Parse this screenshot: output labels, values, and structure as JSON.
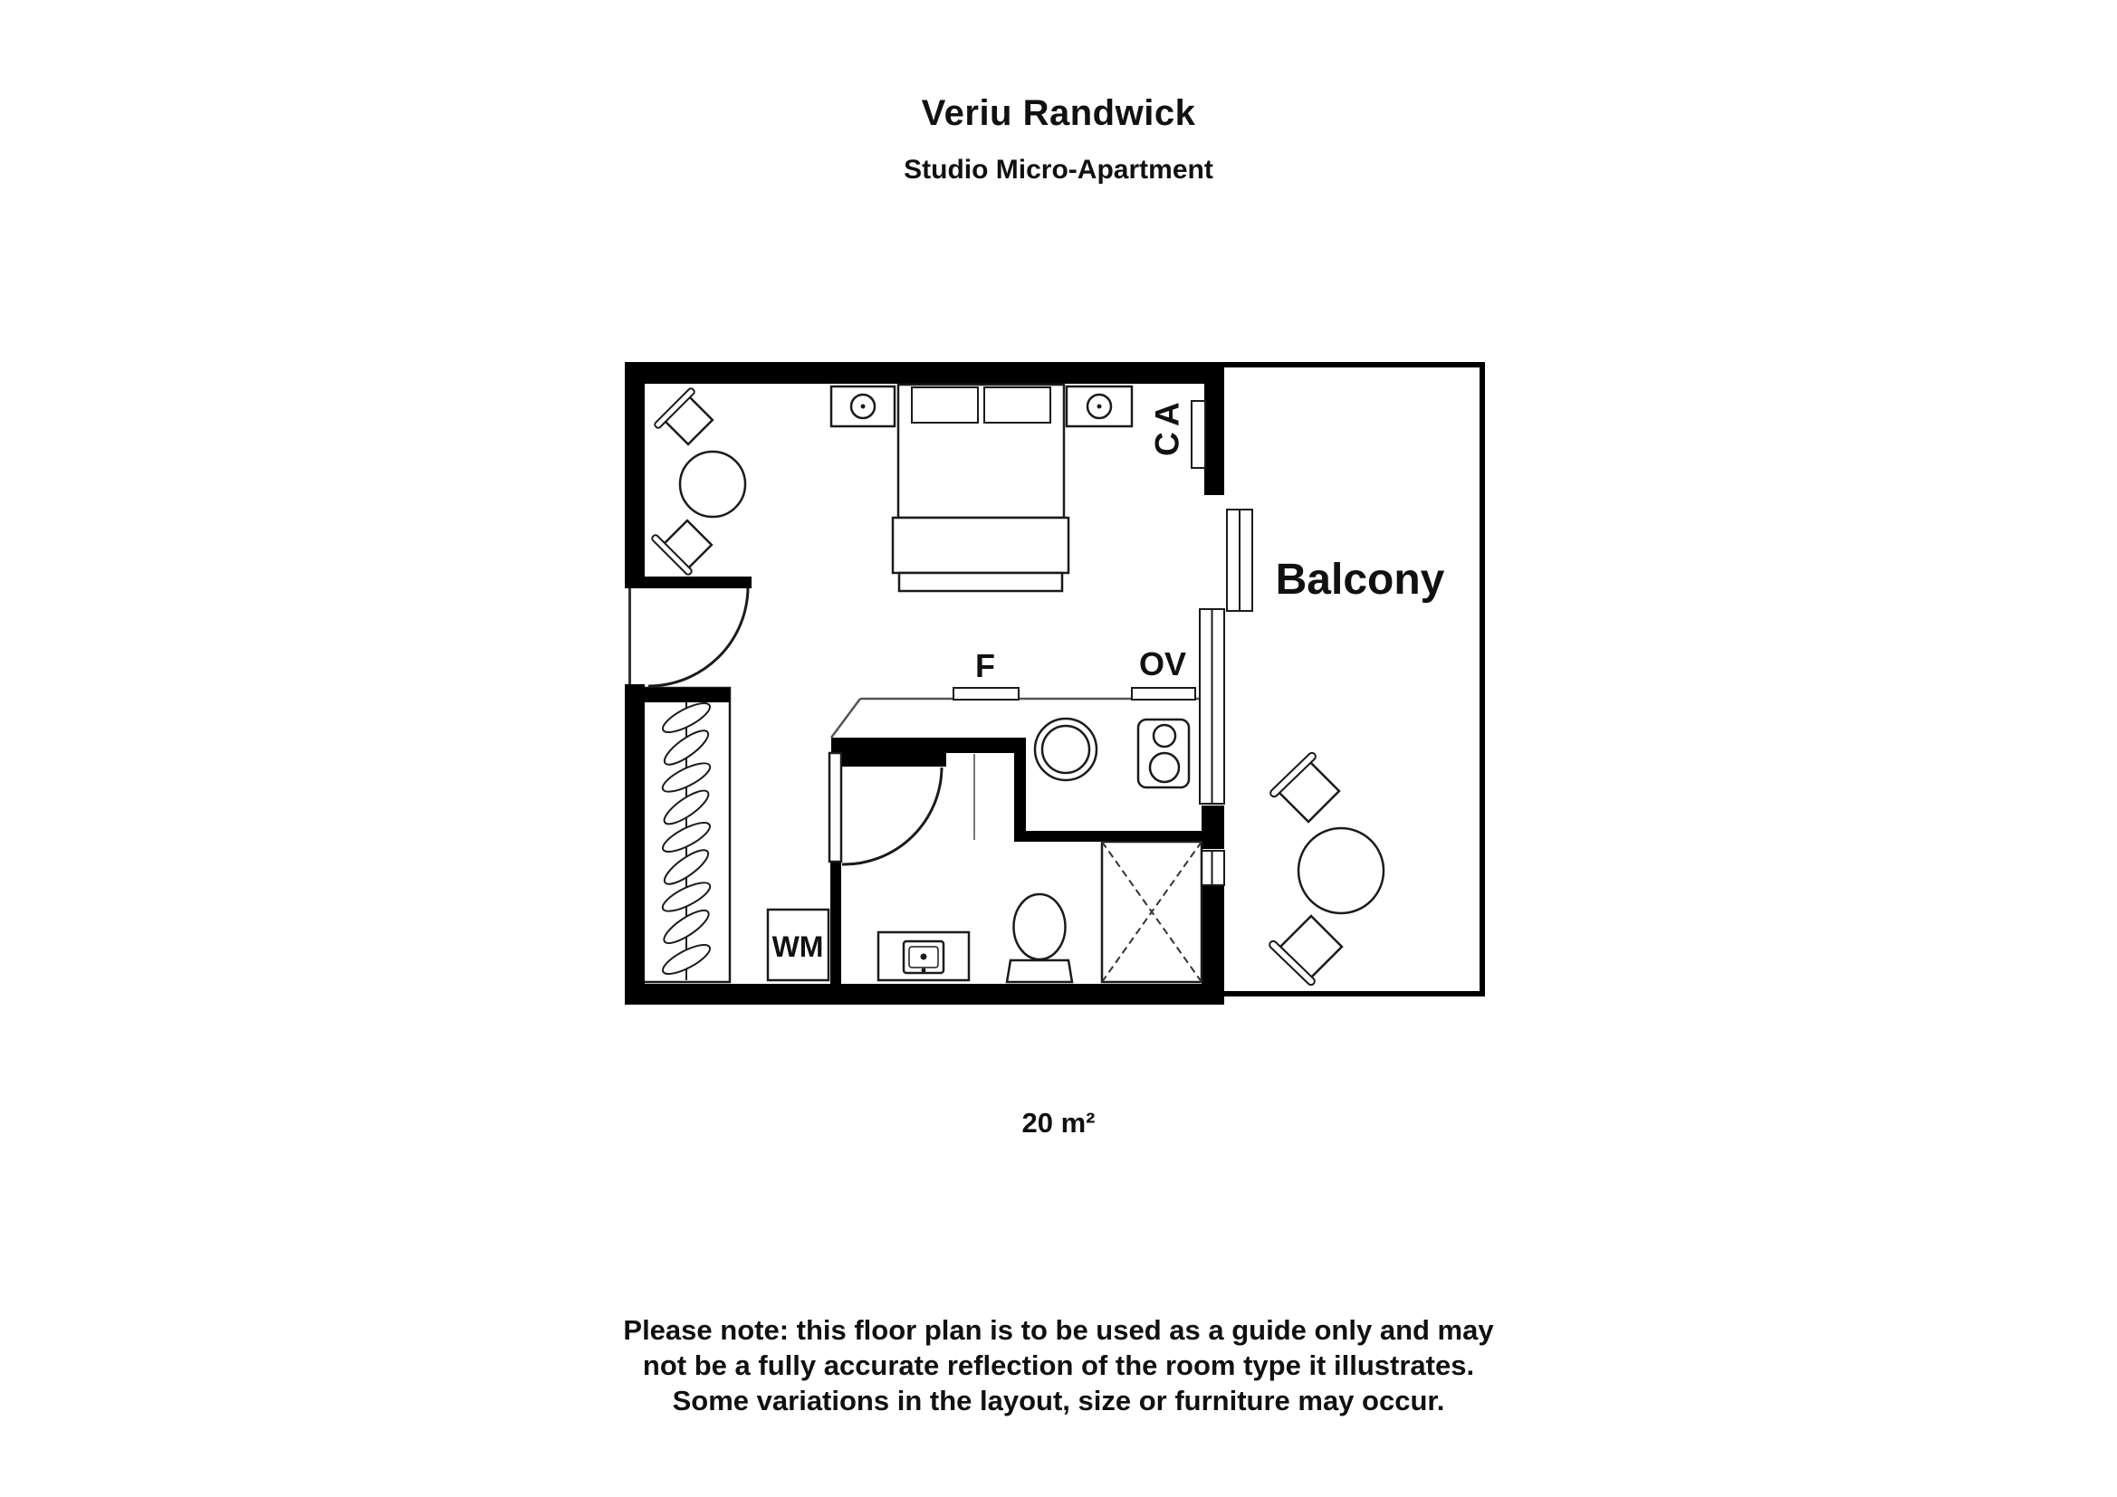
{
  "header": {
    "title": "Veriu Randwick",
    "subtitle": "Studio Micro-Apartment"
  },
  "plan": {
    "labels": {
      "balcony": "Balcony",
      "ac": "AC",
      "fridge": "F",
      "oven": "OV",
      "washing_machine": "WM"
    },
    "area_label": "20 m²"
  },
  "footer": {
    "lines": [
      "Please note: this floor plan is to be used as a guide only and may",
      "not be a fully accurate reflection of the room type it illustrates.",
      "Some variations in the layout, size or furniture may occur."
    ]
  },
  "colors": {
    "walls": "#000000",
    "furniture_outline": "#1b1b1b",
    "background": "#ffffff"
  }
}
